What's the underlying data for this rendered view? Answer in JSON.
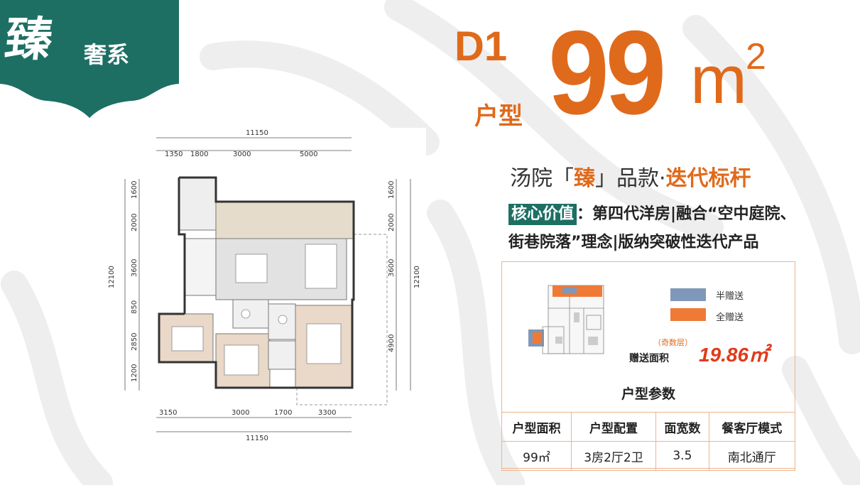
{
  "badge": {
    "big": "臻",
    "small": "奢系",
    "color": "#1d6f63"
  },
  "title": {
    "code": "D1",
    "type_label": "户型",
    "area": "99",
    "unit": "m",
    "sup": "2",
    "color": "#e06a1b"
  },
  "slogan": {
    "part1": "汤院「",
    "highlight": "臻",
    "part2": "」品款·",
    "part3": "迭代标杆"
  },
  "core_value": {
    "tag": "核心价值",
    "text": "：第四代洋房|融合“空中庭院、街巷院落”理念|版纳突破性迭代产品"
  },
  "gift": {
    "legend": [
      {
        "label": "半赠送",
        "color": "#7f97b8"
      },
      {
        "label": "全赠送",
        "color": "#ee7a36"
      }
    ],
    "note": "（奇数层）",
    "label": "赠送面积",
    "value": "19.86㎡"
  },
  "params": {
    "title": "户型参数",
    "headers": [
      "户型面积",
      "户型配置",
      "面宽数",
      "餐客厅模式"
    ],
    "values": [
      "99㎡",
      "3房2厅2卫",
      "3.5",
      "南北通厅"
    ]
  },
  "floorplan": {
    "top_total": "11150",
    "top_dims": [
      "1350",
      "1800",
      "3000",
      "5000"
    ],
    "bottom_total": "11150",
    "bottom_dims": [
      "3150",
      "3000",
      "1700",
      "3300"
    ],
    "left_total": "12100",
    "left_dims": [
      "1600",
      "2000",
      "3600",
      "850",
      "2850",
      "1200"
    ],
    "right_total": "12100",
    "right_dims": [
      "1600",
      "2000",
      "3600",
      "4900"
    ]
  }
}
